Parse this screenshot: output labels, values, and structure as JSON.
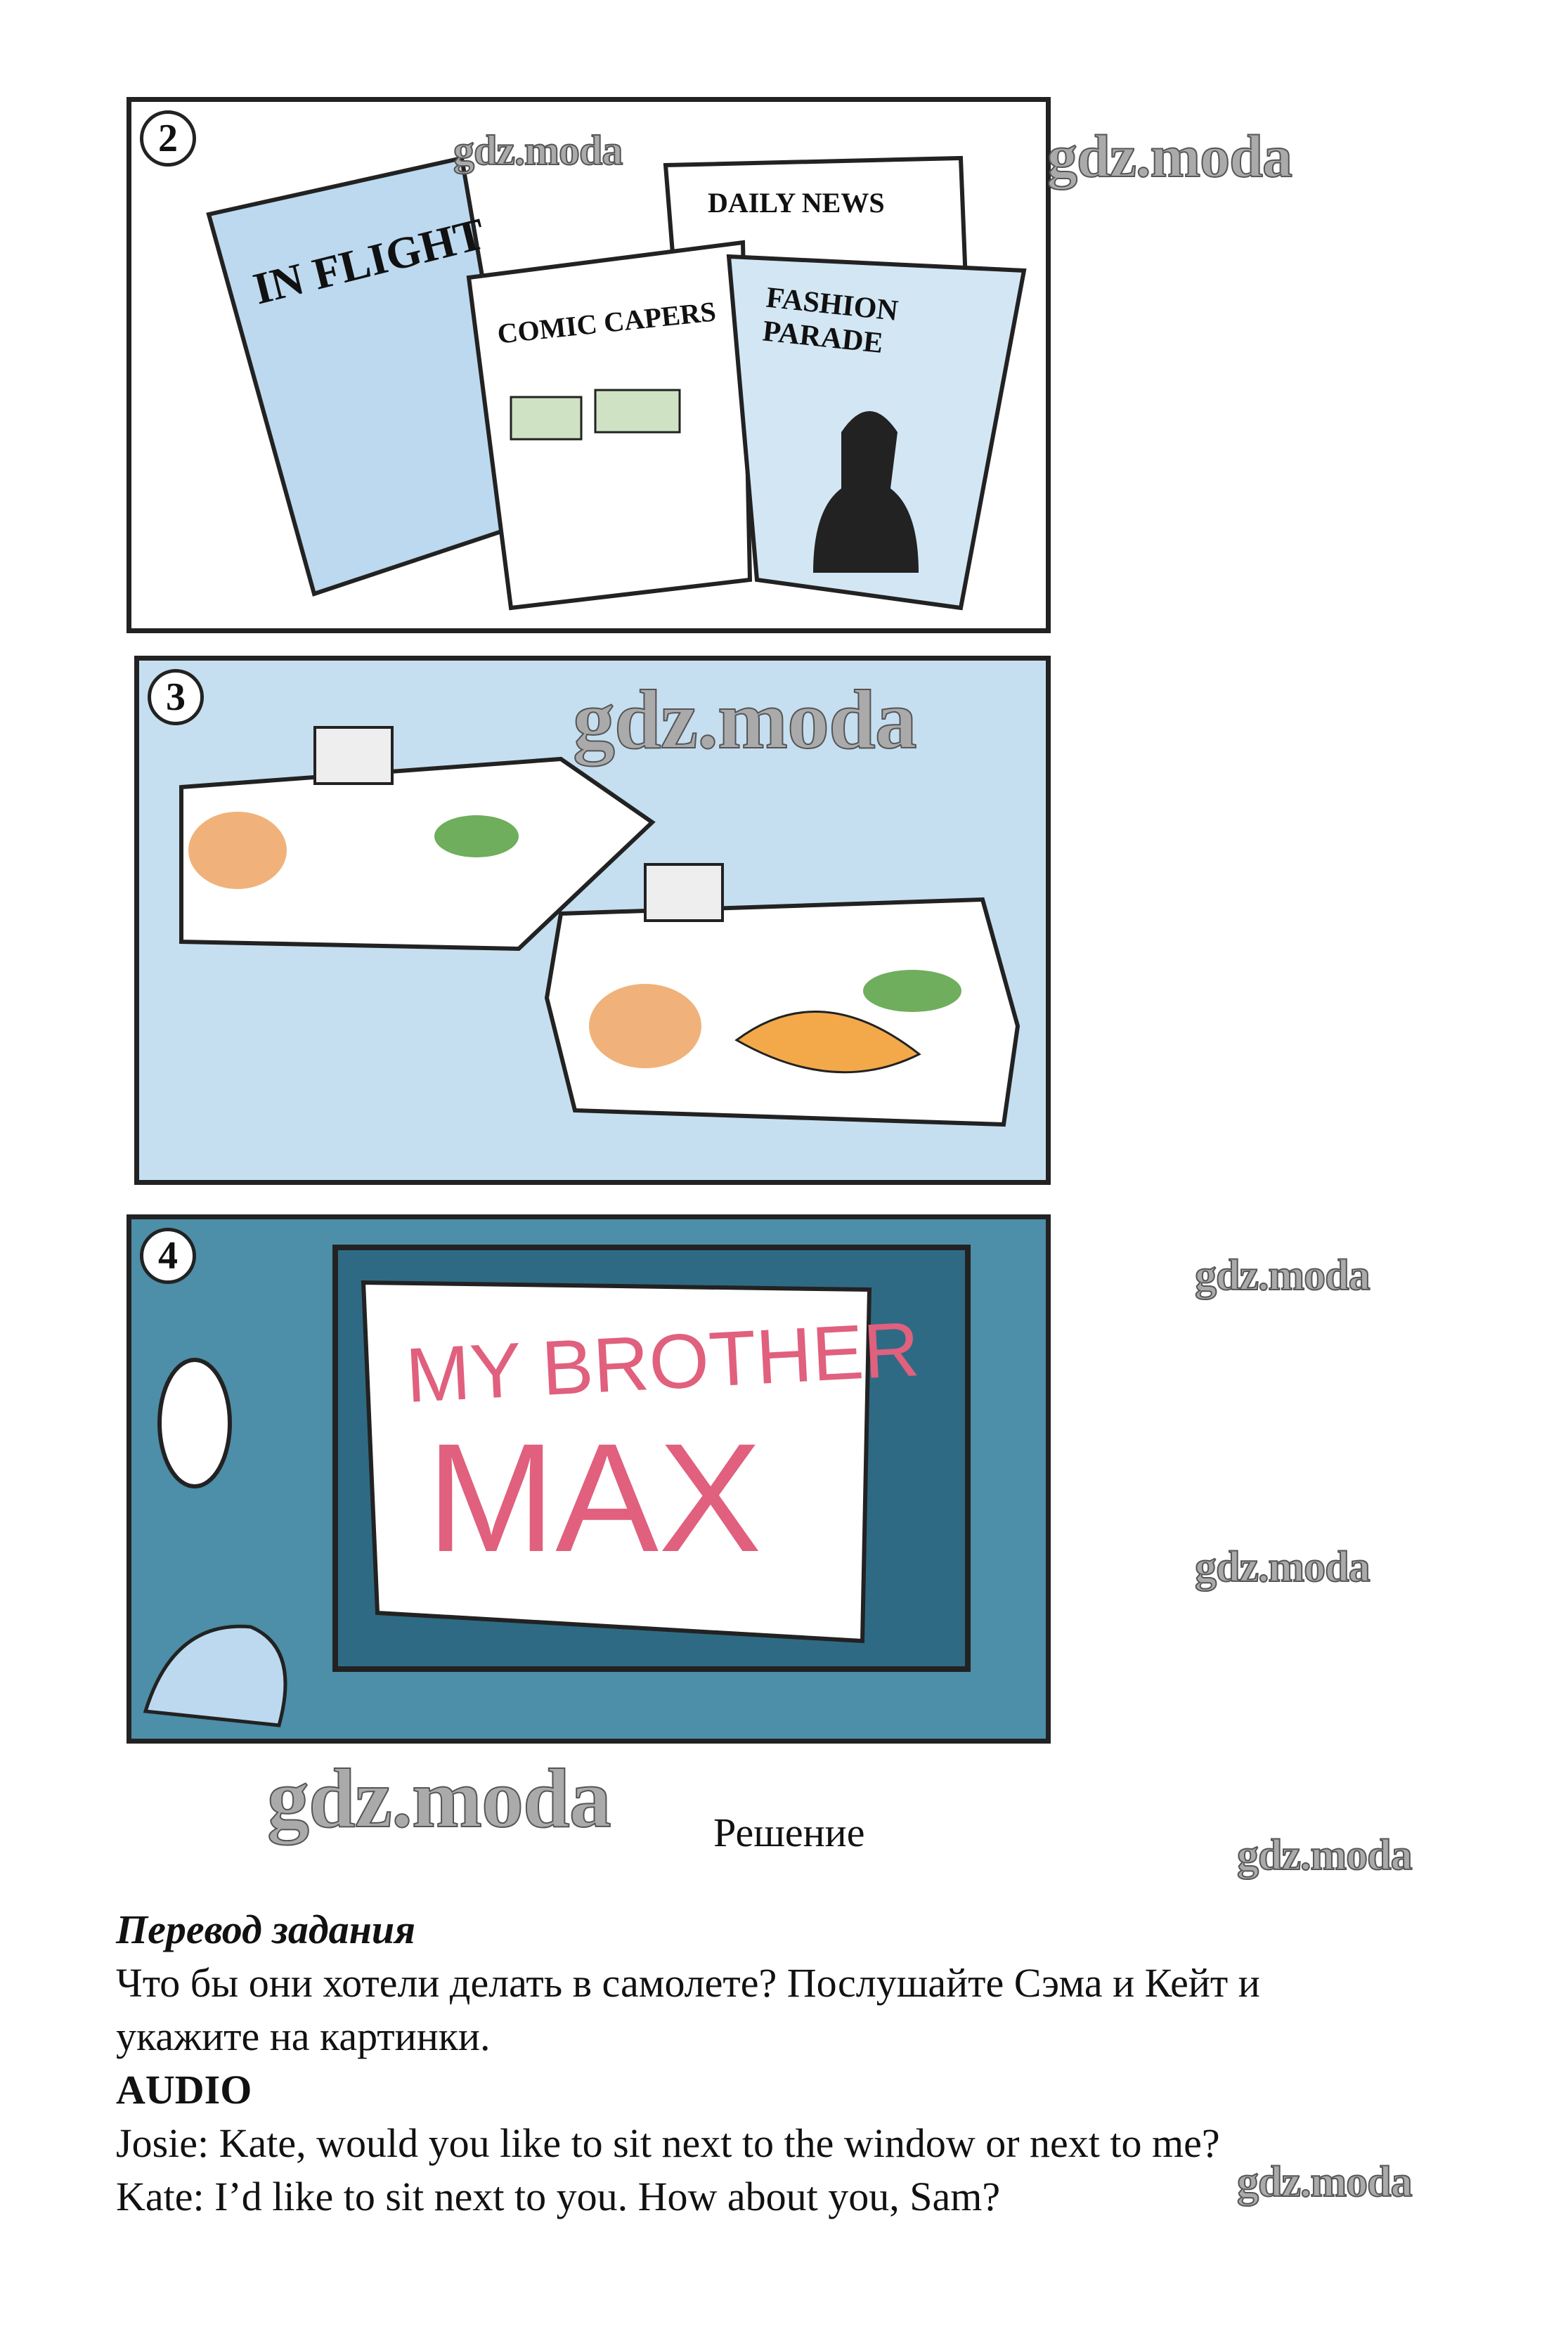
{
  "panels": [
    {
      "number": "2",
      "items": [
        "IN FLIGHT",
        "DAILY NEWS",
        "COMIC CAPERS",
        "FASHION PARADE"
      ]
    },
    {
      "number": "3"
    },
    {
      "number": "4",
      "screen_title_1": "MY BROTHER",
      "screen_title_2": "MAX"
    }
  ],
  "watermark": "gdz.moda",
  "solution_label": "Решение",
  "translation_heading": "Перевод задания",
  "translation_text_1": "Что бы они хотели делать в самолете? Послушайте Сэма и Кейт и",
  "translation_text_2": "укажите на картинки.",
  "audio_heading": "AUDIO",
  "audio_lines": [
    "Josie: Kate, would you like to sit next to the window or next to me?",
    "Kate: I’d like to sit next to you. How about you, Sam?"
  ]
}
